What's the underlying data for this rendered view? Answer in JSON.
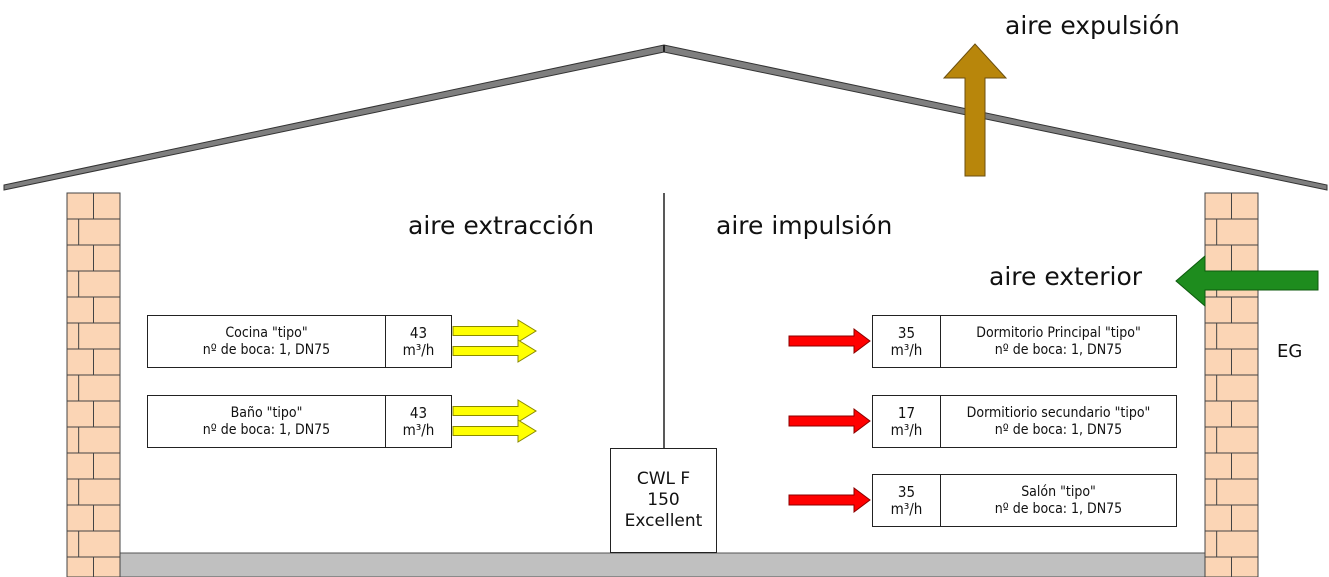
{
  "labels": {
    "aire_expulsion": "aire expulsión",
    "aire_extraccion": "aire extracción",
    "aire_impulsion": "aire impulsión",
    "aire_exterior": "aire exterior",
    "eg": "EG"
  },
  "unit": {
    "line1": "CWL F",
    "line2": "150",
    "line3": "Excellent"
  },
  "extraction_rooms": [
    {
      "name": "Cocina \"tipo\"",
      "detail": "nº de boca: 1, DN75",
      "flow_value": "43",
      "flow_unit": "m³/h"
    },
    {
      "name": "Baño  \"tipo\"",
      "detail": "nº de boca: 1, DN75",
      "flow_value": "43",
      "flow_unit": "m³/h"
    }
  ],
  "supply_rooms": [
    {
      "name": "Dormitorio Principal \"tipo\"",
      "detail": "nº de boca: 1, DN75",
      "flow_value": "35",
      "flow_unit": "m³/h"
    },
    {
      "name": "Dormitiorio secundario \"tipo\"",
      "detail": "nº de boca: 1, DN75",
      "flow_value": "17",
      "flow_unit": "m³/h"
    },
    {
      "name": "Salón \"tipo\"",
      "detail": "nº de boca: 1, DN75",
      "flow_value": "35",
      "flow_unit": "m³/h"
    }
  ],
  "colors": {
    "roof": "#7f7f7f",
    "floor": "#c0c0c0",
    "brick": "#fbd5b5",
    "exhaust_arrow": "#b8860b",
    "outdoor_arrow": "#1e8c1e",
    "supply_arrow": "#ff0000",
    "extract_arrow": "#ffff00"
  }
}
